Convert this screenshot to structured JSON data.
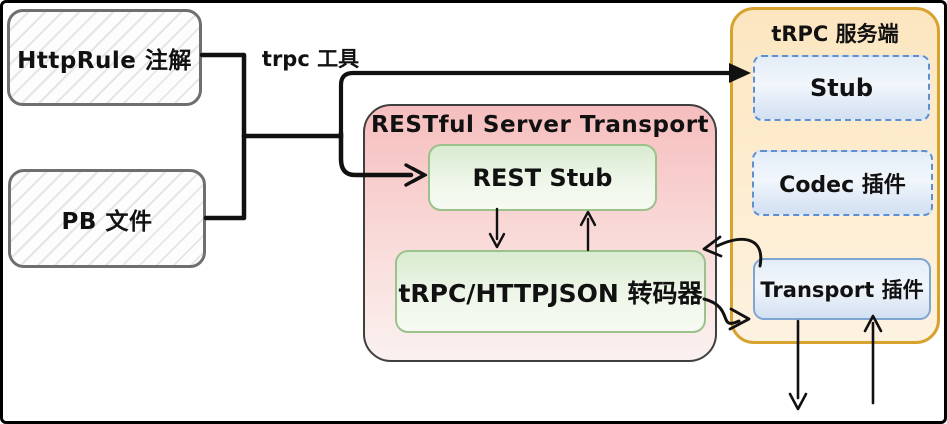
{
  "diagram": {
    "source_boxes": [
      {
        "id": "httprule",
        "label": "HttpRule 注解"
      },
      {
        "id": "pbfile",
        "label": "PB 文件"
      }
    ],
    "tool_label": "trpc 工具",
    "restful_container": {
      "title": "RESTful Server Transport",
      "children": [
        {
          "id": "rest_stub",
          "label": "REST Stub"
        },
        {
          "id": "transcoder",
          "label": "tRPC/HTTPJSON 转码器"
        }
      ]
    },
    "server_container": {
      "title": "tRPC 服务端",
      "children": [
        {
          "id": "stub",
          "label": "Stub"
        },
        {
          "id": "codec",
          "label": "Codec 插件"
        },
        {
          "id": "transport",
          "label": "Transport 插件"
        }
      ]
    },
    "colors": {
      "frame": "#000000",
      "hatch_box_border": "#6f6f6f",
      "pink_fill_top": "#f6bebe",
      "pink_fill_bottom": "#faf1f0",
      "pink_border": "#3f3f3f",
      "green_fill_top": "#d9ebd0",
      "green_fill_bottom": "#f6faf3",
      "green_border": "#9cc28c",
      "orange_fill_top": "#fce6c0",
      "orange_fill_bottom": "#fdf2e0",
      "orange_border": "#d8a22e",
      "blue_fill_top": "#e4edf8",
      "blue_fill_bottom": "#d2e0f2",
      "blue_border_dashed": "#5e8fd0",
      "blue_border_solid": "#7fa5d2",
      "line": "#111111"
    }
  }
}
